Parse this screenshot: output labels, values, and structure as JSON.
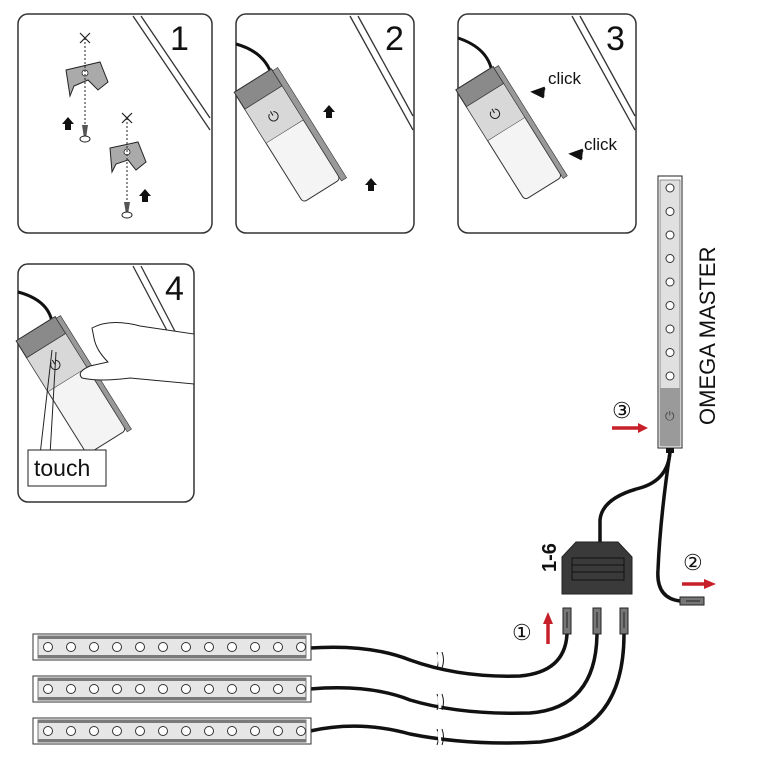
{
  "steps": [
    {
      "number": "1"
    },
    {
      "number": "2"
    },
    {
      "number": "3",
      "labels": [
        "click",
        "click"
      ]
    },
    {
      "number": "4",
      "label": "touch"
    }
  ],
  "master": {
    "label": "OMEGA MASTER",
    "led_count": 9
  },
  "hub": {
    "label": "1-6"
  },
  "callouts": {
    "one": "①",
    "two": "②",
    "three": "③"
  },
  "slave_bars": {
    "count": 3,
    "led_count": 12
  },
  "colors": {
    "arrow_red": "#c8202a",
    "bar_gray": "#7a7a7a",
    "bar_light": "#e6e6e6",
    "hub_dark": "#3a3a3a",
    "cable": "#111111"
  }
}
